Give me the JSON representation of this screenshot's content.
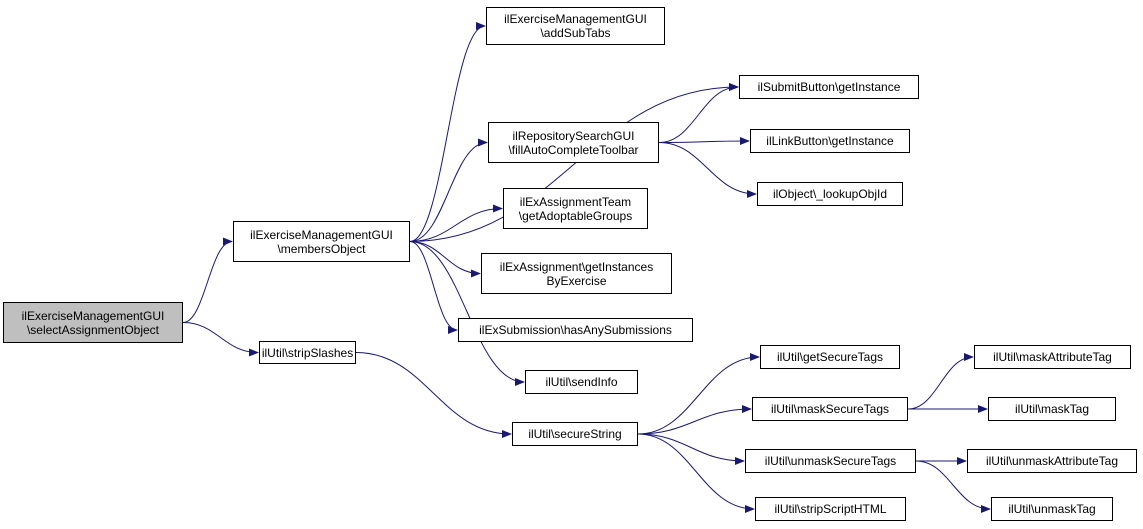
{
  "colors": {
    "edge": "#191970",
    "root_fill": "#bfbfbf",
    "node_fill": "#ffffff",
    "border": "#000000"
  },
  "nodes": [
    {
      "id": "root",
      "label": "ilExerciseManagementGUI\n\\selectAssignmentObject",
      "root": true
    },
    {
      "id": "membersObject",
      "label": "ilExerciseManagementGUI\n\\membersObject"
    },
    {
      "id": "stripSlashes",
      "label": "ilUtil\\stripSlashes"
    },
    {
      "id": "addSubTabs",
      "label": "ilExerciseManagementGUI\n\\addSubTabs"
    },
    {
      "id": "submitButton",
      "label": "ilSubmitButton\\getInstance"
    },
    {
      "id": "repoSearch",
      "label": "ilRepositorySearchGUI\n\\fillAutoCompleteToolbar"
    },
    {
      "id": "linkButton",
      "label": "ilLinkButton\\getInstance"
    },
    {
      "id": "lookupObjId",
      "label": "ilObject\\_lookupObjId"
    },
    {
      "id": "adoptableGroups",
      "label": "ilExAssignmentTeam\n\\getAdoptableGroups"
    },
    {
      "id": "instancesByExercise",
      "label": "ilExAssignment\\getInstances\nByExercise"
    },
    {
      "id": "hasAnySubmissions",
      "label": "ilExSubmission\\hasAnySubmissions"
    },
    {
      "id": "sendInfo",
      "label": "ilUtil\\sendInfo"
    },
    {
      "id": "secureString",
      "label": "ilUtil\\secureString"
    },
    {
      "id": "getSecureTags",
      "label": "ilUtil\\getSecureTags"
    },
    {
      "id": "maskSecureTags",
      "label": "ilUtil\\maskSecureTags"
    },
    {
      "id": "unmaskSecureTags",
      "label": "ilUtil\\unmaskSecureTags"
    },
    {
      "id": "stripScriptHTML",
      "label": "ilUtil\\stripScriptHTML"
    },
    {
      "id": "maskAttributeTag",
      "label": "ilUtil\\maskAttributeTag"
    },
    {
      "id": "maskTag",
      "label": "ilUtil\\maskTag"
    },
    {
      "id": "unmaskAttributeTag",
      "label": "ilUtil\\unmaskAttributeTag"
    },
    {
      "id": "unmaskTag",
      "label": "ilUtil\\unmaskTag"
    }
  ],
  "edges": [
    [
      "root",
      "membersObject"
    ],
    [
      "root",
      "stripSlashes"
    ],
    [
      "membersObject",
      "addSubTabs"
    ],
    [
      "membersObject",
      "submitButton"
    ],
    [
      "membersObject",
      "repoSearch"
    ],
    [
      "membersObject",
      "adoptableGroups"
    ],
    [
      "membersObject",
      "instancesByExercise"
    ],
    [
      "membersObject",
      "hasAnySubmissions"
    ],
    [
      "membersObject",
      "sendInfo"
    ],
    [
      "repoSearch",
      "submitButton"
    ],
    [
      "repoSearch",
      "linkButton"
    ],
    [
      "repoSearch",
      "lookupObjId"
    ],
    [
      "stripSlashes",
      "secureString"
    ],
    [
      "secureString",
      "getSecureTags"
    ],
    [
      "secureString",
      "maskSecureTags"
    ],
    [
      "secureString",
      "unmaskSecureTags"
    ],
    [
      "secureString",
      "stripScriptHTML"
    ],
    [
      "maskSecureTags",
      "maskAttributeTag"
    ],
    [
      "maskSecureTags",
      "maskTag"
    ],
    [
      "unmaskSecureTags",
      "unmaskAttributeTag"
    ],
    [
      "unmaskSecureTags",
      "unmaskTag"
    ]
  ]
}
